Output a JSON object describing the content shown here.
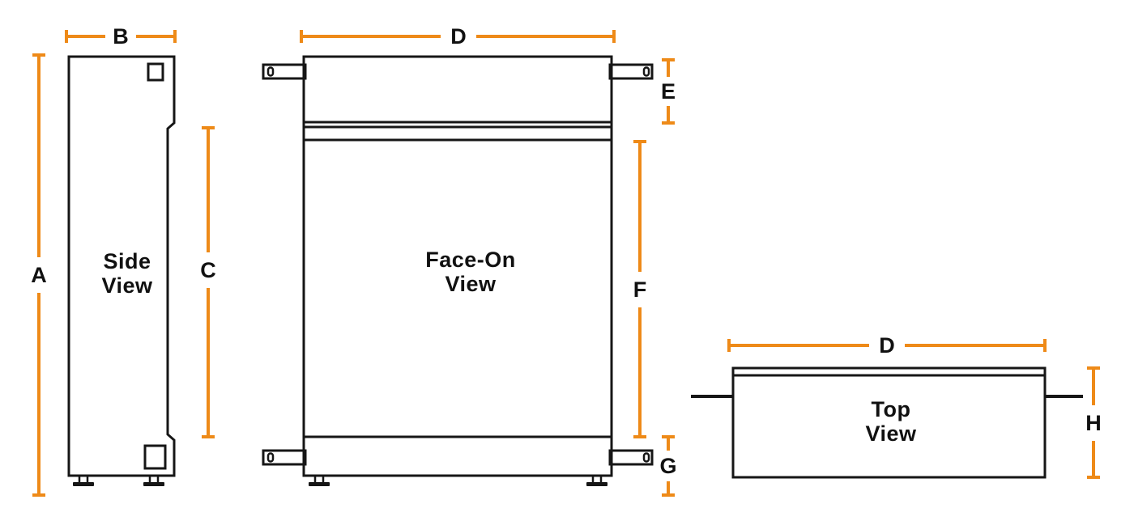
{
  "colors": {
    "accent": "#EE8A18",
    "line": "#161616",
    "text": "#111111",
    "background": "#FFFFFF"
  },
  "views": {
    "side": {
      "title_line1": "Side",
      "title_line2": "View"
    },
    "face_on": {
      "title_line1": "Face-On",
      "title_line2": "View"
    },
    "top": {
      "title_line1": "Top",
      "title_line2": "View"
    }
  },
  "dimensions": {
    "a": {
      "label": "A"
    },
    "b": {
      "label": "B"
    },
    "c": {
      "label": "C"
    },
    "d_face": {
      "label": "D"
    },
    "e": {
      "label": "E"
    },
    "f": {
      "label": "F"
    },
    "g": {
      "label": "G"
    },
    "d_top": {
      "label": "D"
    },
    "h": {
      "label": "H"
    }
  }
}
